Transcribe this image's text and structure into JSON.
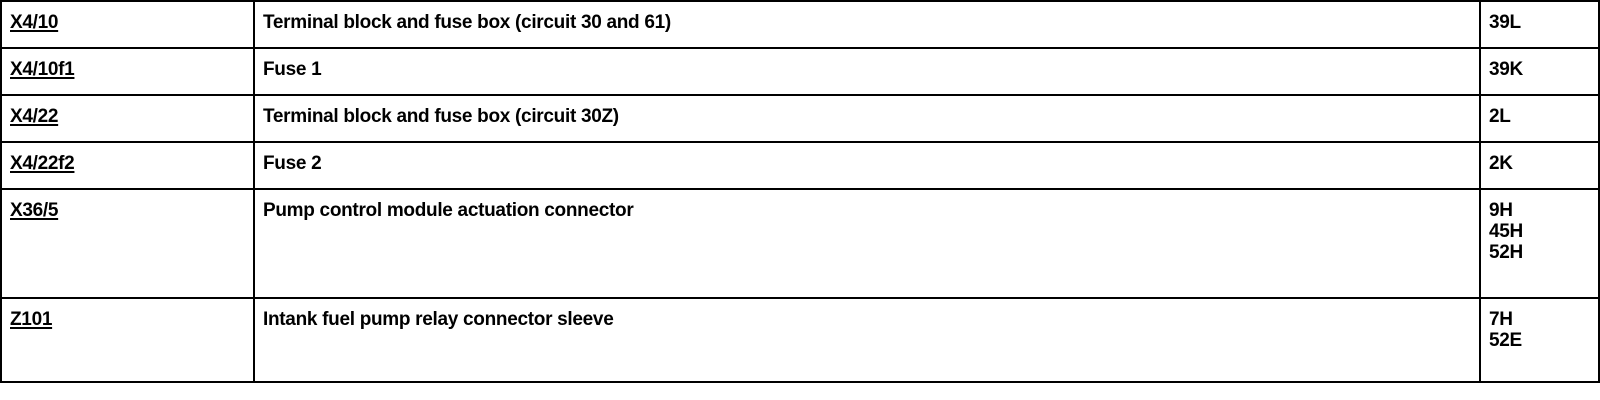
{
  "rows": [
    {
      "code": "X4/10",
      "description": "Terminal block and fuse box (circuit 30 and 61)",
      "locations": [
        "39L"
      ]
    },
    {
      "code": "X4/10f1",
      "description": "Fuse 1",
      "locations": [
        "39K"
      ]
    },
    {
      "code": "X4/22",
      "description": "Terminal block and fuse box (circuit 30Z)",
      "locations": [
        "2L"
      ]
    },
    {
      "code": "X4/22f2",
      "description": "Fuse 2",
      "locations": [
        "2K"
      ]
    },
    {
      "code": "X36/5",
      "description": "Pump control module actuation connector",
      "locations": [
        "9H",
        "45H",
        "52H"
      ]
    },
    {
      "code": "Z101",
      "description": "Intank fuel pump relay connector sleeve",
      "locations": [
        "7H",
        "52E"
      ]
    }
  ]
}
